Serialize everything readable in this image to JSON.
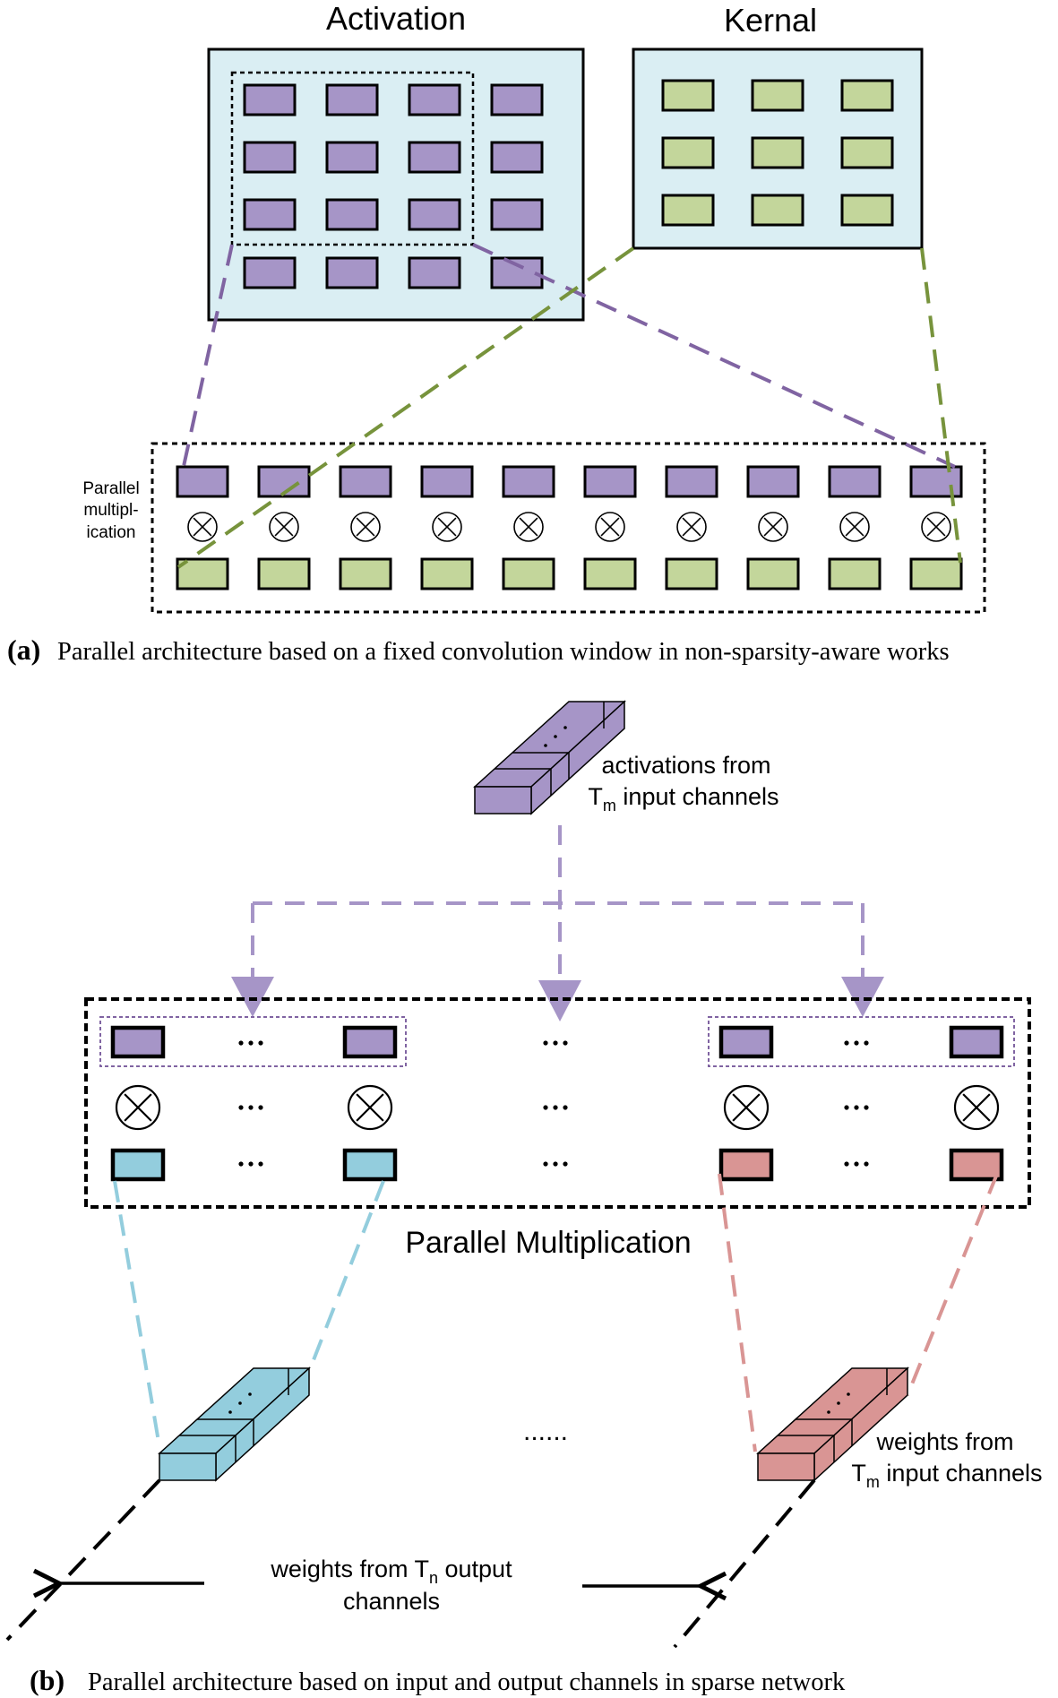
{
  "colors": {
    "panel_fill": "#daeef3",
    "activation": "#a695c7",
    "kernel": "#c3d69b",
    "weight_blue": "#93cddd",
    "weight_red": "#d99594",
    "line_purple": "#8064a2",
    "line_green": "#77933c",
    "line_blue": "#93cddd",
    "line_red": "#d99594"
  },
  "part_a": {
    "activation_title": "Activation",
    "kernel_title": "Kernal",
    "parallel_label_lines": [
      "Parallel",
      "multipl-",
      "ication"
    ],
    "caption_letter": "(a)",
    "caption_text": "Parallel architecture based on a fixed convolution window in non-sparsity-aware works"
  },
  "part_b": {
    "activations_label_line1": "activations from",
    "activations_label_line2_T": "T",
    "activations_label_line2_sub": "m",
    "activations_label_line2_rest": " input channels",
    "ellipsis": "···",
    "ellipsis_long": "......",
    "parallel_multiplication": "Parallel Multiplication",
    "weights_in_line1": "weights from",
    "weights_in_line2_T": "T",
    "weights_in_line2_sub": "m",
    "weights_in_line2_rest": " input channels",
    "weights_out_line1_pre": "weights from T",
    "weights_out_line1_sub": "n",
    "weights_out_line1_post": " output",
    "weights_out_line2": "channels",
    "caption_letter": "(b)",
    "caption_text": "Parallel architecture based on input and output channels in sparse network"
  }
}
